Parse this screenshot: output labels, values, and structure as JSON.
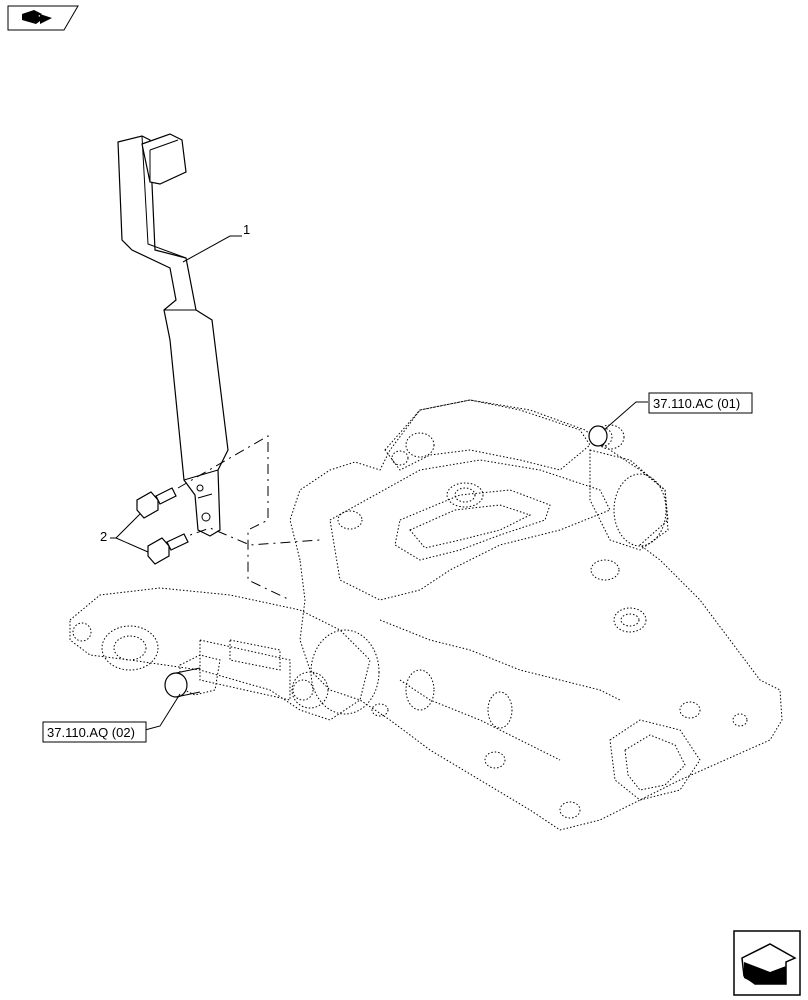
{
  "header_icon": "page-navigation-icon",
  "footer_icon": "next-page-arrow-icon",
  "callouts": {
    "lever": "1",
    "bolts": "2"
  },
  "references": {
    "upper_ref": "37.110.AC (01)",
    "lower_ref": "37.110.AQ (02)"
  }
}
